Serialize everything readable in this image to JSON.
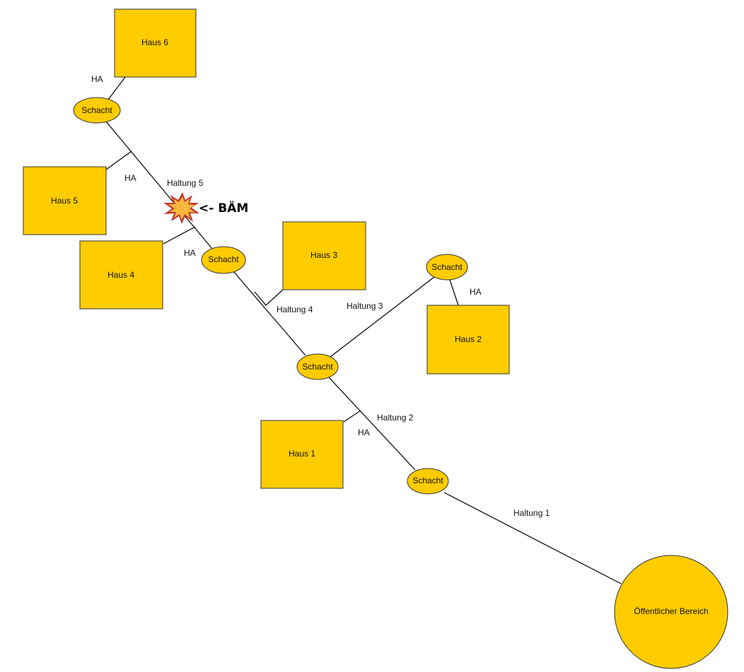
{
  "colors": {
    "fill": "#FFCC00",
    "line": "#000000",
    "burst_fill": "#F6B73C",
    "burst_spikes": "#C0392B"
  },
  "houses": {
    "h6": "Haus 6",
    "h5": "Haus 5",
    "h4": "Haus 4",
    "h3": "Haus 3",
    "h2": "Haus 2",
    "h1": "Haus 1"
  },
  "manhole_label": "Schacht",
  "public_area": "Öffentlicher Bereich",
  "connection_label": "HA",
  "segments": {
    "s1": "Haltung 1",
    "s2": "Haltung 2",
    "s3": "Haltung 3",
    "s4": "Haltung 4",
    "s5": "Haltung 5"
  },
  "damage_marker": "<- BÄM"
}
